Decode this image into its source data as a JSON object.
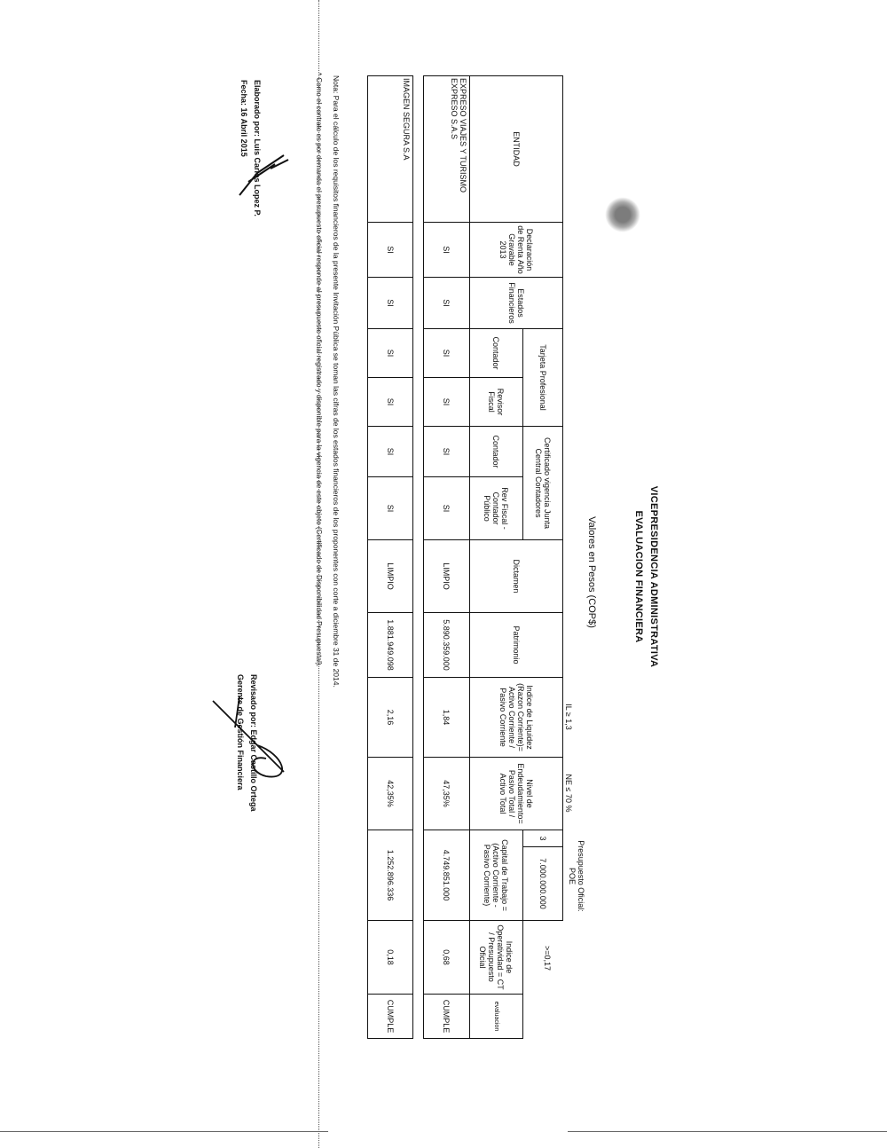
{
  "header": {
    "title1": "VICEPRESIDENCIA ADMINISTRATIVA",
    "title2": "EVALUACION FINANCIERA",
    "subtitle": "Valores en Pesos (COP$)"
  },
  "criteria": {
    "liquidez": "IL ≥ 1,3",
    "endeudamiento": "NE ≤ 70 %",
    "presupuesto_label": "Presupuesto Oficial: POE",
    "presupuesto_num": "3",
    "presupuesto_value": "7.000.000.000",
    "operatividad": ">=0,17"
  },
  "columns": {
    "entidad": "ENTIDAD",
    "declaracion": "Declaración de Renta Año Gravable 2013",
    "estados": "Estados Financieros",
    "tarjeta": "Tarjeta Profesional",
    "contador": "Contador",
    "revisor": "Revisor Fiscal",
    "certificado": "Certificado vigencia Junta Central Contadores",
    "contador2": "Contador",
    "revfiscal": "Rev Fiscal - Contador Público",
    "dictamen": "Dictamen",
    "patrimonio": "Patrimonio",
    "liquidez": "Indice de Liquidez (Razon Corriente)= Activo Corriente / Pasivo Corriente",
    "endeudamiento": "Nivel de Endeudamiento= Pasivo Total / Activo Total",
    "capital": "Capital de Trabajo = (Activo Corriente - Pasivo Corriente)",
    "operatividad": "Indice de Operatividad = CT / Presupuesto Oficial",
    "evaluacion": "evaluacion"
  },
  "rows": [
    {
      "entidad": "EXPRESO VIAJES Y TURISMO EXPRESO S.A.S",
      "declaracion": "SI",
      "estados": "SI",
      "contador": "SI",
      "revisor": "SI",
      "contador2": "SI",
      "revfiscal": "SI",
      "dictamen": "LIMPIO",
      "patrimonio": "5.890.359.000",
      "liquidez": "1,84",
      "endeudamiento": "47,35%",
      "capital": "4.749.851.000",
      "operatividad": "0,68",
      "evaluacion": "CUMPLE"
    },
    {
      "entidad": "IMAGEN SEGURA S.A",
      "declaracion": "SI",
      "estados": "SI",
      "contador": "SI",
      "revisor": "SI",
      "contador2": "SI",
      "revfiscal": "SI",
      "dictamen": "LIMPIO",
      "patrimonio": "1.881.949.098",
      "liquidez": "2,16",
      "endeudamiento": "42,35%",
      "capital": "1.252.896.336",
      "operatividad": "0,18",
      "evaluacion": "CUMPLE"
    }
  ],
  "notes": {
    "note1": "Nota: Para el cálculo de los requisitos financieros de la presente Invitación Pública se toman las cifras de los estados financieros de los proponentes con corte a diciembre 31 de 2014.",
    "note2": "* Como el contrato es por demanda el presupuesto oficial responde al presupuesto oficial registrado y disponible para la vigencia de este objeto (Certificado de Disponibilidad Presupuestal)."
  },
  "signatures": {
    "elaborado": "Elaborado por: Luis Carlos Lopez P.",
    "fecha": "Fecha: 16 Abril 2015",
    "revisado": "Revisado por: Edgar Castillo Ortega",
    "cargo": "Gerente de Gestión Financiera"
  }
}
